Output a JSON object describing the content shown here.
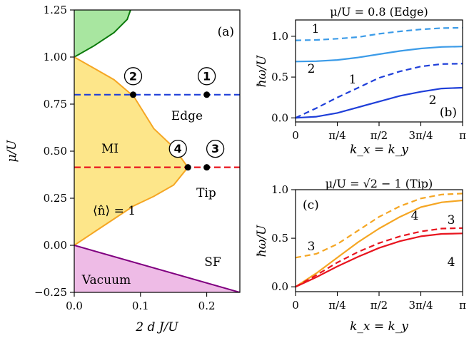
{
  "chart_data": [
    {
      "id": "a",
      "type": "area",
      "panel_label": "(a)",
      "xlabel": "2 d J/U",
      "ylabel": "μ/U",
      "xlim": [
        0.0,
        0.25
      ],
      "ylim": [
        -0.25,
        1.25
      ],
      "xticks": [
        "0.0",
        "0.1",
        "0.2"
      ],
      "xtick_values": [
        0.0,
        0.1,
        0.2
      ],
      "yticks": [
        "−0.25",
        "0.00",
        "0.25",
        "0.50",
        "0.75",
        "1.00",
        "1.25"
      ],
      "ytick_values": [
        -0.25,
        0.0,
        0.25,
        0.5,
        0.75,
        1.0,
        1.25
      ],
      "regions": [
        {
          "label": "MI",
          "color": "#fde68a",
          "edge": "#f5a623"
        },
        {
          "label": "⟨n̂⟩ = 1",
          "color": "#fde68a"
        },
        {
          "label": "Vacuum",
          "color": "#eebbe6",
          "edge": "#800080"
        },
        {
          "label": "SF",
          "color": "#ffffff"
        },
        {
          "label": "",
          "color": "#a8e6a0",
          "edge": "#0b7a0b"
        }
      ],
      "lines": [
        {
          "label": "Edge",
          "mu": 0.8,
          "color": "#1f3fd9",
          "style": "dashed"
        },
        {
          "label": "Tip",
          "mu": 0.4142,
          "color": "#e8141e",
          "style": "dashed"
        }
      ],
      "points": [
        {
          "id": "1",
          "x": 0.2,
          "y": 0.8
        },
        {
          "id": "2",
          "x": 0.0889,
          "y": 0.8
        },
        {
          "id": "3",
          "x": 0.2,
          "y": 0.4142
        },
        {
          "id": "4",
          "x": 0.1716,
          "y": 0.4142
        }
      ],
      "boundary_mi": [
        [
          0.0,
          0.0
        ],
        [
          0.03,
          0.07
        ],
        [
          0.06,
          0.14
        ],
        [
          0.09,
          0.21
        ],
        [
          0.12,
          0.26
        ],
        [
          0.15,
          0.32
        ],
        [
          0.1716,
          0.4142
        ],
        [
          0.15,
          0.52
        ],
        [
          0.12,
          0.62
        ],
        [
          0.09,
          0.79
        ],
        [
          0.06,
          0.88
        ],
        [
          0.03,
          0.94
        ],
        [
          0.0,
          1.0
        ]
      ],
      "boundary_vacuum": [
        [
          0.0,
          0.0
        ],
        [
          0.25,
          -0.25
        ]
      ],
      "boundary_upper": [
        [
          0.0,
          1.0
        ],
        [
          0.03,
          1.06
        ],
        [
          0.06,
          1.13
        ],
        [
          0.08,
          1.2
        ],
        [
          0.085,
          1.25
        ]
      ]
    },
    {
      "id": "b",
      "type": "line",
      "panel_label": "(b)",
      "title": "μ/U = 0.8 (Edge)",
      "xlabel": "k_x = k_y",
      "ylabel": "ħω/U",
      "xlim": [
        0,
        3.1416
      ],
      "ylim": [
        -0.05,
        1.2
      ],
      "xticks": [
        "0",
        "π/4",
        "π/2",
        "3π/4",
        "π"
      ],
      "xtick_values": [
        0,
        0.7854,
        1.5708,
        2.3562,
        3.1416
      ],
      "yticks": [
        "0.0",
        "0.5",
        "1.0"
      ],
      "ytick_values": [
        0.0,
        0.5,
        1.0
      ],
      "x": [
        0,
        0.3927,
        0.7854,
        1.1781,
        1.5708,
        1.9635,
        2.3562,
        2.7489,
        3.1416
      ],
      "series": [
        {
          "name": "1",
          "color": "#3b9be8",
          "style": "dashed",
          "values": [
            0.95,
            0.955,
            0.97,
            0.99,
            1.03,
            1.06,
            1.085,
            1.1,
            1.105
          ]
        },
        {
          "name": "2",
          "color": "#3b9be8",
          "style": "solid",
          "values": [
            0.69,
            0.695,
            0.71,
            0.74,
            0.78,
            0.82,
            0.85,
            0.87,
            0.875
          ]
        },
        {
          "name": "1",
          "color": "#1f3fd9",
          "style": "dashed",
          "values": [
            0.0,
            0.12,
            0.25,
            0.37,
            0.49,
            0.57,
            0.63,
            0.66,
            0.665
          ]
        },
        {
          "name": "2",
          "color": "#1f3fd9",
          "style": "solid",
          "values": [
            0.0,
            0.015,
            0.06,
            0.13,
            0.2,
            0.27,
            0.32,
            0.36,
            0.37
          ]
        }
      ]
    },
    {
      "id": "c",
      "type": "line",
      "panel_label": "(c)",
      "title": "μ/U = √2 − 1 (Tip)",
      "xlabel": "k_x = k_y",
      "ylabel": "ħω/U",
      "xlim": [
        0,
        3.1416
      ],
      "ylim": [
        -0.05,
        1.0
      ],
      "xticks": [
        "0",
        "π/4",
        "π/2",
        "3π/4",
        "π"
      ],
      "xtick_values": [
        0,
        0.7854,
        1.5708,
        2.3562,
        3.1416
      ],
      "yticks": [
        "0.0",
        "0.5",
        "1.0"
      ],
      "ytick_values": [
        0.0,
        0.5,
        1.0
      ],
      "x": [
        0,
        0.3927,
        0.7854,
        1.1781,
        1.5708,
        1.9635,
        2.3562,
        2.7489,
        3.1416
      ],
      "series": [
        {
          "name": "3",
          "color": "#f5a623",
          "style": "dashed",
          "values": [
            0.3,
            0.34,
            0.44,
            0.58,
            0.72,
            0.83,
            0.91,
            0.95,
            0.96
          ]
        },
        {
          "name": "4",
          "color": "#f5a623",
          "style": "solid",
          "values": [
            0.0,
            0.14,
            0.3,
            0.46,
            0.6,
            0.72,
            0.82,
            0.87,
            0.89
          ]
        },
        {
          "name": "3",
          "color": "#e8141e",
          "style": "dashed",
          "values": [
            0.0,
            0.12,
            0.25,
            0.36,
            0.45,
            0.52,
            0.57,
            0.6,
            0.605
          ]
        },
        {
          "name": "4",
          "color": "#e8141e",
          "style": "solid",
          "values": [
            0.0,
            0.1,
            0.21,
            0.31,
            0.4,
            0.47,
            0.52,
            0.545,
            0.55
          ]
        }
      ]
    }
  ]
}
